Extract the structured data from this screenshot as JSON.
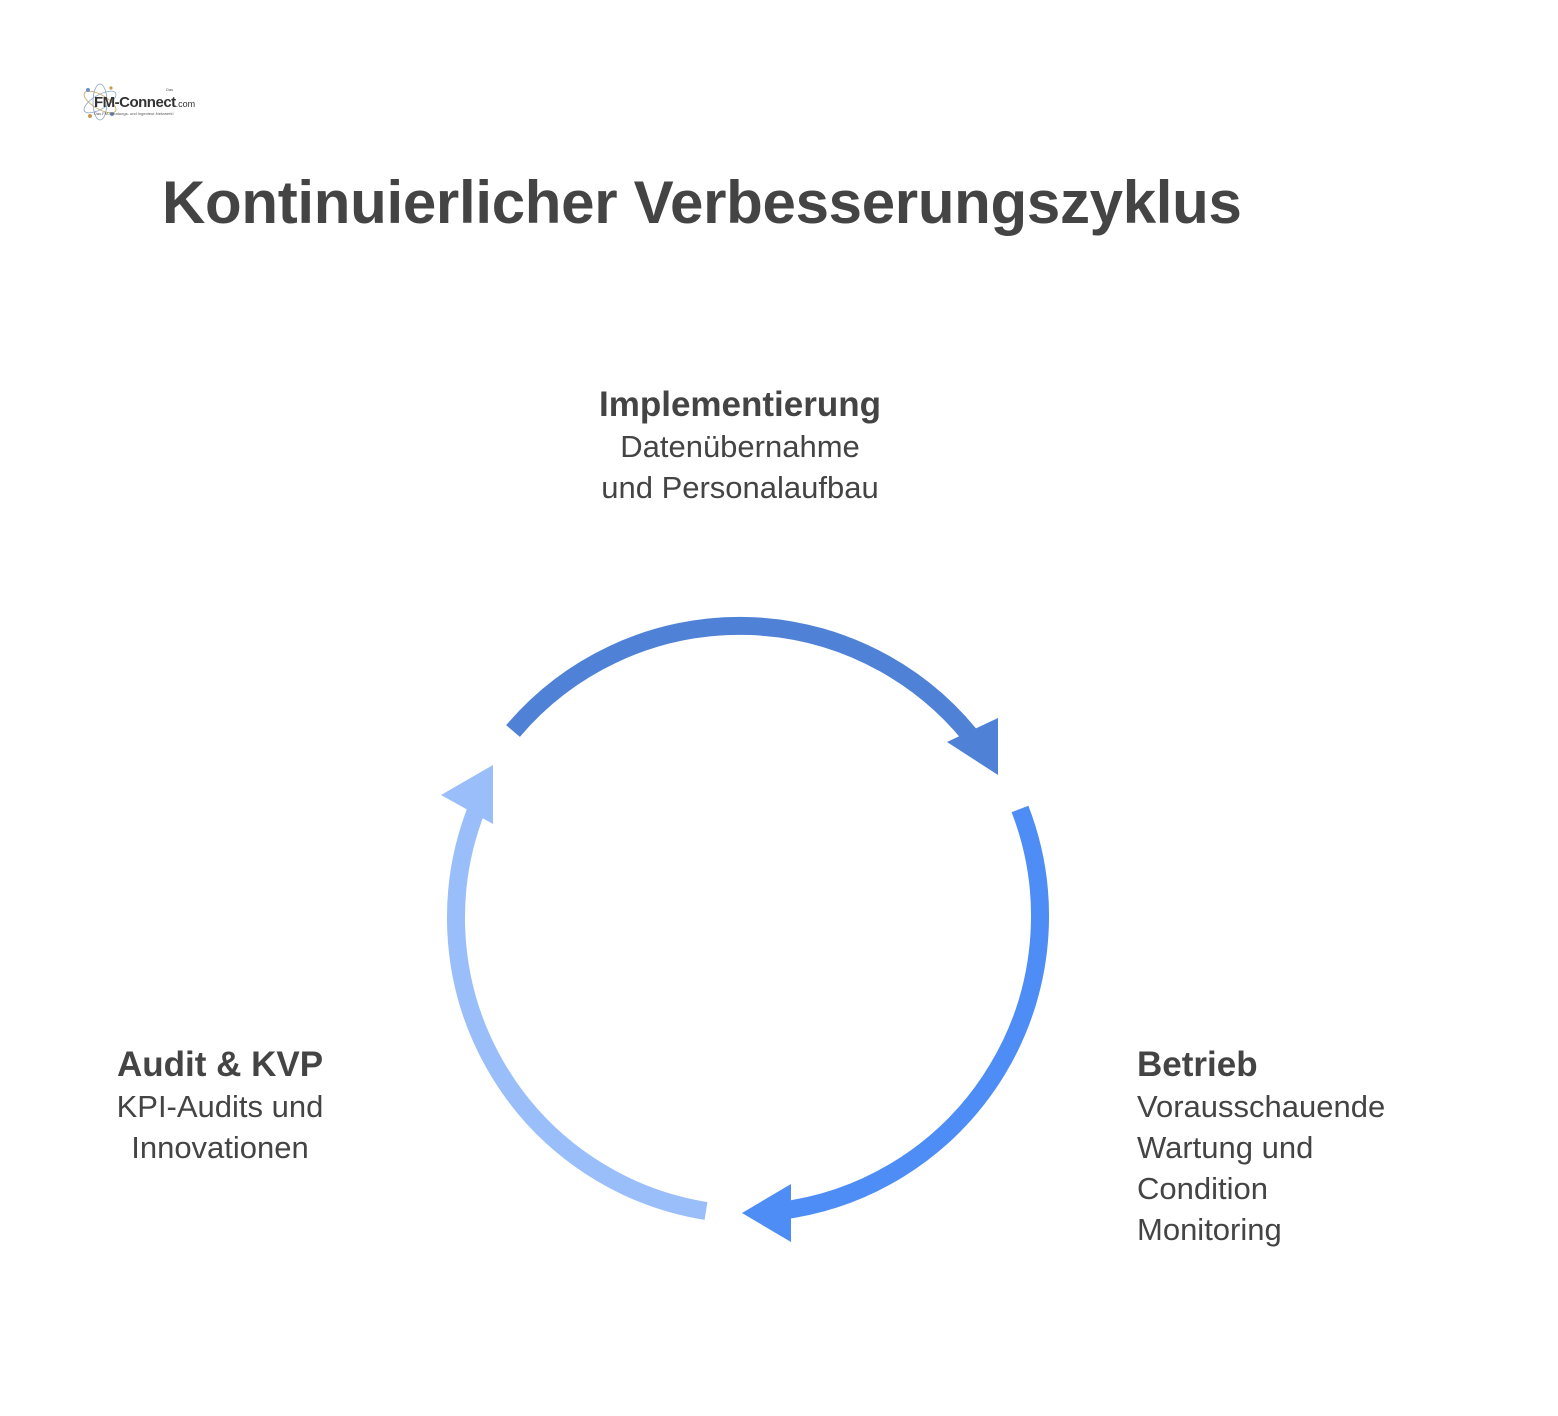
{
  "logo": {
    "name": "FM-Connect",
    "suffix": ".com",
    "small_text": "Das",
    "tagline": "Das FM-Beratungs- und Ingenieur-Netzwerk!"
  },
  "title": "Kontinuierlicher Verbesserungszyklus",
  "stages": {
    "implementierung": {
      "heading": "Implementierung",
      "lines": [
        "Datenübernahme",
        "und Personalaufbau"
      ],
      "color": "#4F81D6"
    },
    "betrieb": {
      "heading": "Betrieb",
      "lines": [
        "Vorausschauende",
        "Wartung und",
        "Condition",
        "Monitoring"
      ],
      "color": "#4D8DF5"
    },
    "audit": {
      "heading": "Audit & KVP",
      "lines": [
        "KPI-Audits und",
        "Innovationen"
      ],
      "color": "#99BEFA"
    }
  }
}
